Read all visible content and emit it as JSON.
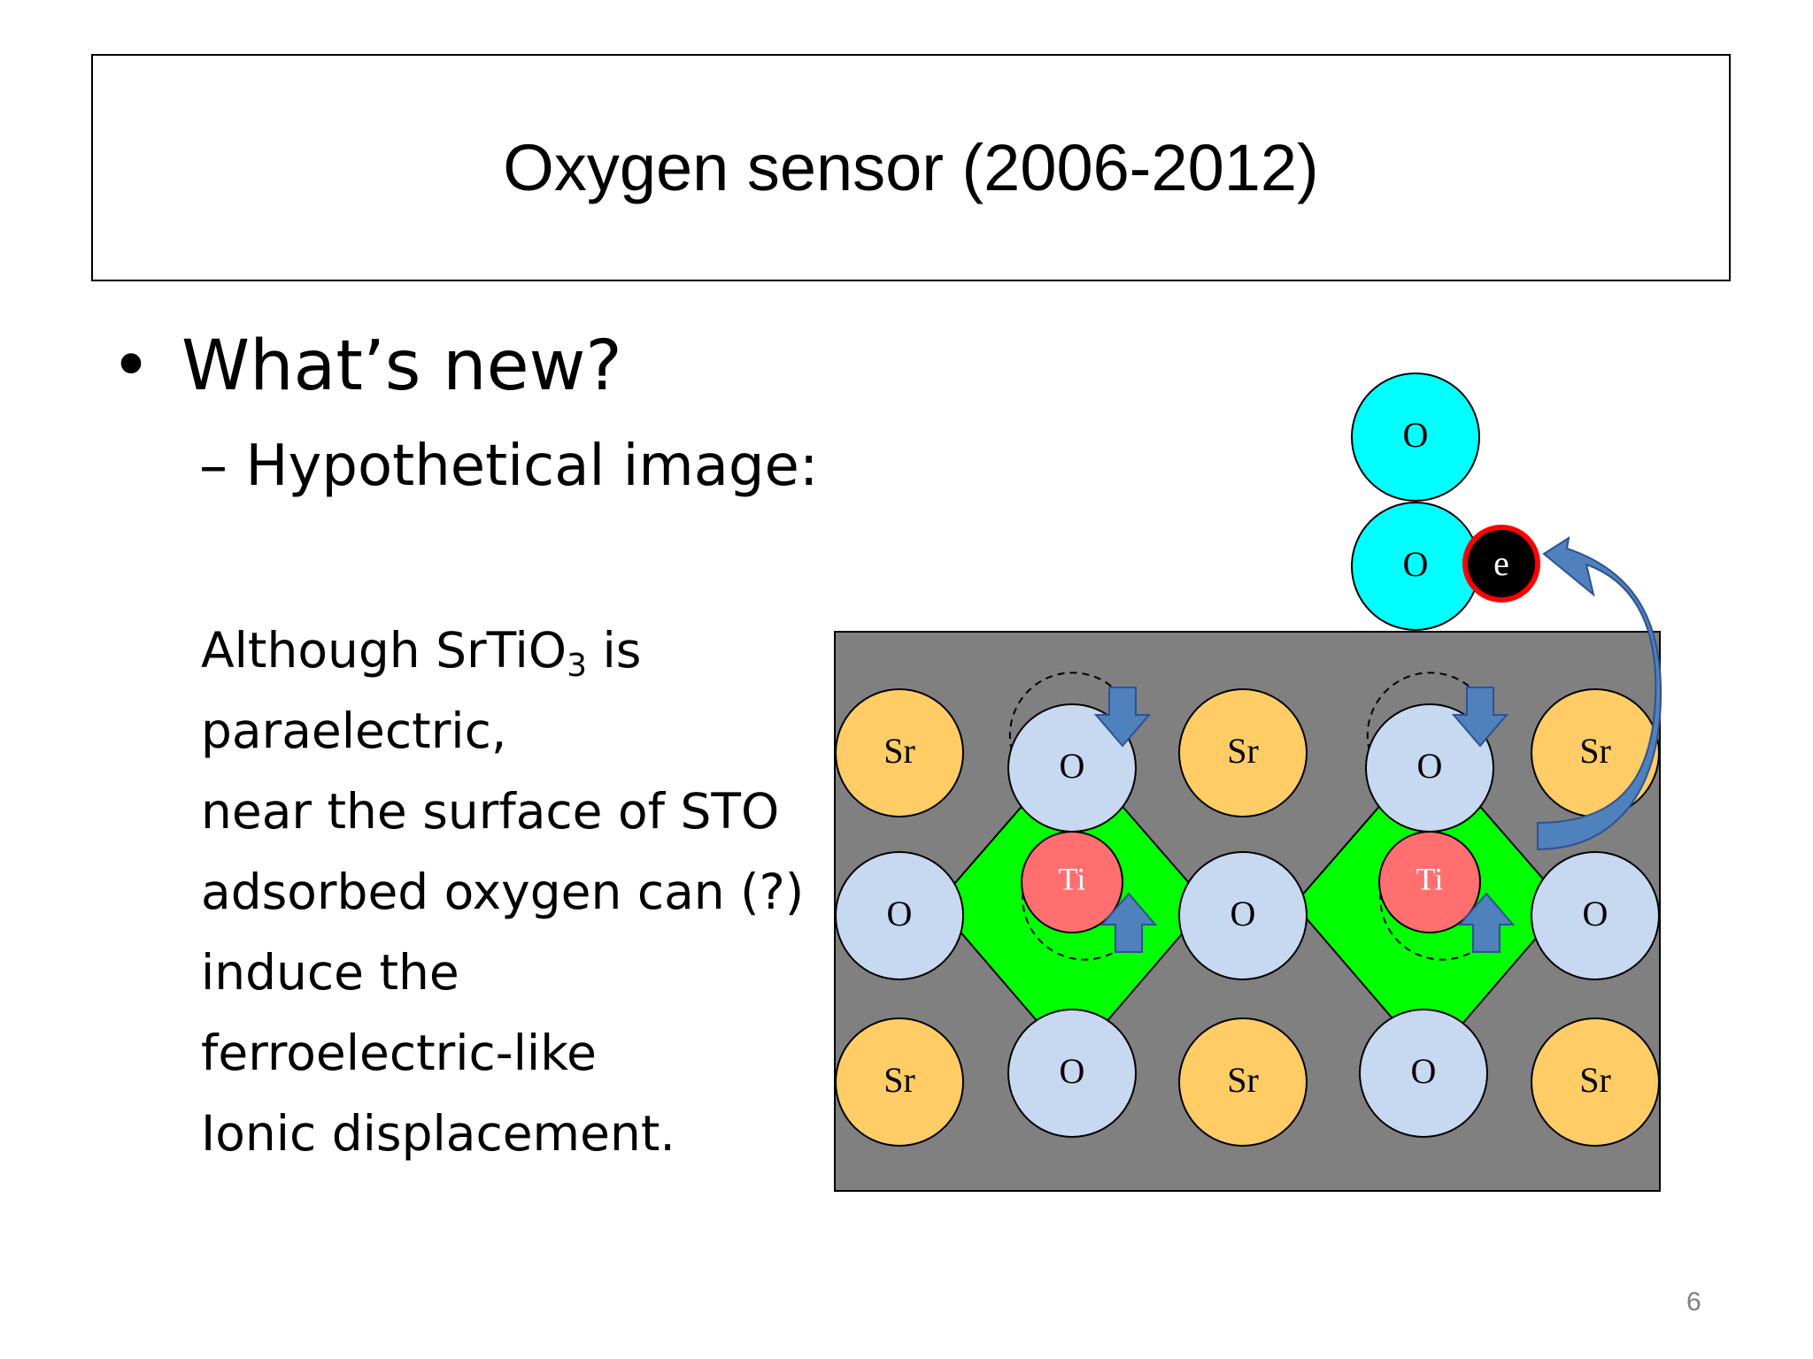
{
  "slide": {
    "title": "Oxygen sensor (2006-2012)",
    "bullet_symbol": "•",
    "bullet_1": "What’s new?",
    "bullet_2": "– Hypothetical image:",
    "body": {
      "line1_pre": "Although SrTiO",
      "line1_sub": "3",
      "line1_post": " is",
      "line2": "paraelectric,",
      "line3": "near the surface of STO",
      "line4": "adsorbed oxygen can (?)",
      "line5": "induce the",
      "line6": "ferroelectric-like",
      "line7": "Ionic displacement."
    },
    "page_number": "6"
  },
  "diagram": {
    "labels": {
      "sr": "Sr",
      "o": "O",
      "ti": "Ti",
      "electron": "e"
    },
    "colors": {
      "substrate": "#808080",
      "sr_atom": "#FFCC66",
      "o_lattice_atom": "#C6D9F1",
      "ti_atom": "#FF6F6F",
      "octahedron": "#00FF00",
      "adsorbed_o": "#00FFFF",
      "electron": "#000000",
      "electron_ring": "#FF0000",
      "arrow": "#4F81BD"
    }
  }
}
